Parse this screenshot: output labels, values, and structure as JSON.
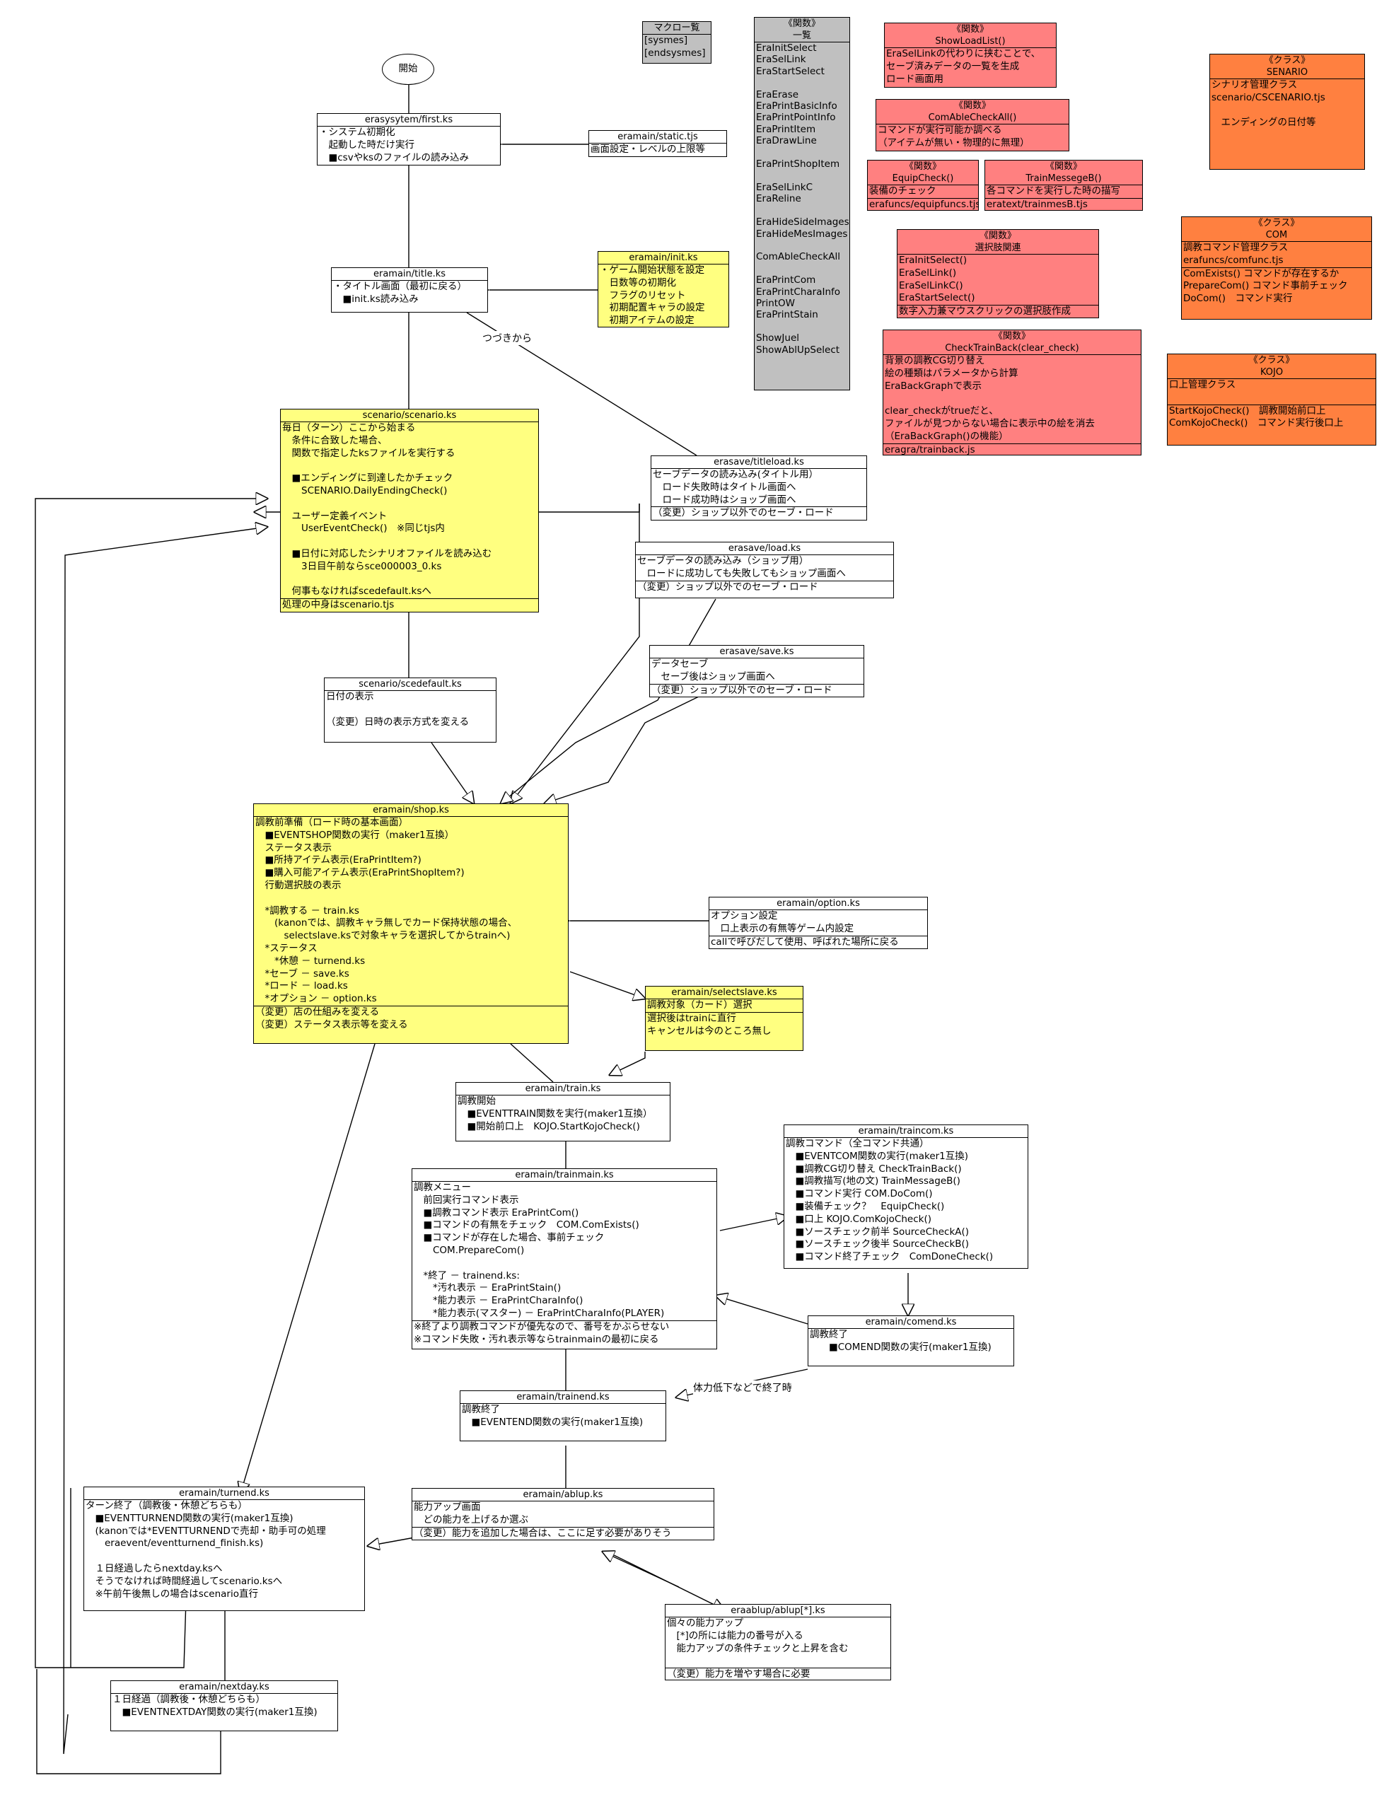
{
  "start": "開始",
  "labels": {
    "continue": "つづきから",
    "low_strength": "体力低下などで終了時"
  },
  "macro": {
    "title": "マクロー覧",
    "items": [
      "[sysmes]",
      "[endsysmes]"
    ]
  },
  "func_list": {
    "title": [
      "《関数》",
      "一覧"
    ],
    "items": [
      "EraInitSelect",
      "EraSelLink",
      "EraStartSelect",
      "",
      "EraErase",
      "EraPrintBasicInfo",
      "EraPrintPointInfo",
      "EraPrintItem",
      "EraDrawLine",
      "",
      "EraPrintShopItem",
      "",
      "EraSelLinkC",
      "EraReline",
      "",
      "EraHideSideImages",
      "EraHideMesImages",
      "",
      "ComAbleCheckAll",
      "",
      "EraPrintCom",
      "EraPrintCharaInfo",
      "PrintOW",
      "EraPrintStain",
      "",
      "ShowJuel",
      "ShowAblUpSelect"
    ]
  },
  "boxes": {
    "first": {
      "title": "erasysytem/first.ks",
      "sections": [
        [
          "・システム初期化",
          "　起動した時だけ実行",
          "　■csvやksのファイルの読み込み"
        ]
      ]
    },
    "static": {
      "title": "eramain/static.tjs",
      "sections": [
        [
          "画面設定・レベルの上限等"
        ]
      ]
    },
    "title": {
      "title": "eramain/title.ks",
      "sections": [
        [
          "・タイトル画面（最初に戻る）",
          "　■init.ks読み込み"
        ]
      ]
    },
    "init": {
      "title": "eramain/init.ks",
      "sections": [
        [
          "・ゲーム開始状態を設定",
          "　日数等の初期化",
          "　フラグのリセット",
          "　初期配置キャラの設定",
          "　初期アイテムの設定"
        ]
      ]
    },
    "scenario": {
      "title": "scenario/scenario.ks",
      "sections": [
        [
          "毎日（ターン）ここから始まる",
          "　条件に合致した場合、",
          "　関数で指定したksファイルを実行する",
          "",
          "　■エンディングに到達したかチェック",
          "　　SCENARIO.DailyEndingCheck()",
          "",
          "　ユーザー定義イベント",
          "　　UserEventCheck()　※同じtjs内",
          "",
          "　■日付に対応したシナリオファイルを読み込む",
          "　　3日目午前ならsce000003_0.ks",
          "",
          "　何事もなければscedefault.ksへ"
        ],
        [
          "処理の中身はscenario.tjs"
        ]
      ]
    },
    "titleload": {
      "title": "erasave/titleload.ks",
      "sections": [
        [
          "セーブデータの読み込み(タイトル用）",
          "　ロード失敗時はタイトル画面へ",
          "　ロード成功時はショップ画面へ"
        ],
        [
          "（変更）ショップ以外でのセーブ・ロード"
        ]
      ]
    },
    "load": {
      "title": "erasave/load.ks",
      "sections": [
        [
          "セーブデータの読み込み（ショップ用）",
          "　ロードに成功しても失敗してもショップ画面へ"
        ],
        [
          "（変更）ショップ以外でのセーブ・ロード"
        ]
      ]
    },
    "save": {
      "title": "erasave/save.ks",
      "sections": [
        [
          "データセーブ",
          "　セーブ後はショップ画面へ"
        ],
        [
          "（変更）ショップ以外でのセーブ・ロード"
        ]
      ]
    },
    "scedefault": {
      "title": "scenario/scedefault.ks",
      "sections": [
        [
          "日付の表示",
          "",
          "（変更）日時の表示方式を変える"
        ]
      ]
    },
    "shop": {
      "title": "eramain/shop.ks",
      "sections": [
        [
          "調教前準備（ロード時の基本画面）",
          "　■EVENTSHOP関数の実行（maker1互換）",
          "　ステータス表示",
          "　■所持アイテム表示(EraPrintItem?)",
          "　■購入可能アイテム表示(EraPrintShopItem?)",
          "　行動選択肢の表示",
          "",
          "　*調教する － train.ks",
          "　　(kanonでは、調教キャラ無しでカード保持状態の場合、",
          "　　　selectslave.ksで対象キャラを選択してからtrainへ)",
          "　*ステータス",
          "　　*休憩 － turnend.ks",
          "　*セーブ － save.ks",
          "　*ロード － load.ks",
          "　*オプション － option.ks"
        ],
        [
          "（変更）店の仕組みを変える",
          "（変更）ステータス表示等を変える"
        ]
      ]
    },
    "option": {
      "title": "eramain/option.ks",
      "sections": [
        [
          "オプション設定",
          "　口上表示の有無等ゲーム内設定"
        ],
        [
          "callで呼びだして使用、呼ばれた場所に戻る"
        ]
      ]
    },
    "selectslave": {
      "title": "eramain/selectslave.ks",
      "sections": [
        [
          "調教対象（カード）選択"
        ],
        [
          "選択後はtrainに直行",
          "キャンセルは今のところ無し"
        ]
      ]
    },
    "train": {
      "title": "eramain/train.ks",
      "sections": [
        [
          "調教開始",
          "　■EVENTTRAIN関数を実行(maker1互換）",
          "　■開始前口上　KOJO.StartKojoCheck()"
        ]
      ]
    },
    "traincom": {
      "title": "eramain/traincom.ks",
      "sections": [
        [
          "調教コマンド（全コマンド共通）",
          "　■EVENTCOM関数の実行(maker1互換)",
          "　■調教CG切り替え CheckTrainBack()",
          "　■調教描写(地の文) TrainMessageB()",
          "　■コマンド実行 COM.DoCom()",
          "　■装備チェック？　EquipCheck()",
          "　■口上 KOJO.ComKojoCheck()",
          "　■ソースチェック前半 SourceCheckA()",
          "　■ソースチェック後半 SourceCheckB()",
          "　■コマンド終了チェック　ComDoneCheck()"
        ]
      ]
    },
    "trainmain": {
      "title": "eramain/trainmain.ks",
      "sections": [
        [
          "調教メニュー",
          "　前回実行コマンド表示",
          "　■調教コマンド表示 EraPrintCom()",
          "　■コマンドの有無をチェック　COM.ComExists()",
          "　■コマンドが存在した場合、事前チェック",
          "　　COM.PrepareCom()",
          "",
          "　*終了 － trainend.ks:",
          "　　*汚れ表示 － EraPrintStain()",
          "　　*能力表示 － EraPrintCharaInfo()",
          "　　*能力表示(マスター) － EraPrintCharaInfo(PLAYER)"
        ],
        [
          "※終了より調教コマンドが優先なので、番号をかぶらせない",
          "※コマンド失敗・汚れ表示等ならtrainmainの最初に戻る"
        ]
      ]
    },
    "comend": {
      "title": "eramain/comend.ks",
      "sections": [
        [
          "調教終了",
          "　　■COMEND関数の実行(maker1互換)"
        ]
      ]
    },
    "trainend": {
      "title": "eramain/trainend.ks",
      "sections": [
        [
          "調教終了",
          "　■EVENTEND関数の実行(maker1互換)"
        ]
      ]
    },
    "turnend": {
      "title": "eramain/turnend.ks",
      "sections": [
        [
          "ターン終了（調教後・休憩どちらも）",
          "　■EVENTTURNEND関数の実行(maker1互換)",
          "　(kanonでは*EVENTTURNENDで売却・助手可の処理",
          "　　eraevent/eventturnend_finish.ks)",
          "",
          "　１日経過したらnextday.ksへ",
          "　そうでなければ時間経過してscenario.ksへ",
          "　※午前午後無しの場合はscenario直行"
        ]
      ]
    },
    "ablup": {
      "title": "eramain/ablup.ks",
      "sections": [
        [
          "能力アップ画面",
          "　どの能力を上げるか選ぶ"
        ],
        [
          "（変更）能力を追加した場合は、ここに足す必要がありそう"
        ]
      ]
    },
    "ablupx": {
      "title": "eraablup/ablup[*].ks",
      "sections": [
        [
          "個々の能力アップ",
          "　[*]の所には能力の番号が入る",
          "　能力アップの条件チェックと上昇を含む",
          ""
        ],
        [
          "（変更）能力を増やす場合に必要"
        ]
      ]
    },
    "nextday": {
      "title": "eramain/nextday.ks",
      "sections": [
        [
          "１日経過（調教後・休憩どちらも）",
          "　■EVENTNEXTDAY関数の実行(maker1互換)"
        ]
      ]
    },
    "showloadlist": {
      "title": "《関数》\nShowLoadList()",
      "sections": [
        [
          "EraSelLinkの代わりに挟むことで、",
          "セーブ済みデータの一覧を生成",
          "ロード画面用"
        ]
      ]
    },
    "comable": {
      "title": "《関数》\nComAbleCheckAll()",
      "sections": [
        [
          "コマンドが実行可能か調べる",
          "（アイテムが無い・物理的に無理）"
        ]
      ]
    },
    "equipcheck": {
      "title": "《関数》\nEquipCheck()",
      "sections": [
        [
          "装備のチェック"
        ],
        [
          "erafuncs/equipfuncs.tjs"
        ]
      ]
    },
    "trainmsg": {
      "title": "《関数》\nTrainMessegeB()",
      "sections": [
        [
          "各コマンドを実行した時の描写"
        ],
        [
          "eratext/trainmesB.tjs"
        ]
      ]
    },
    "selectrel": {
      "title": "《関数》\n選択肢関連",
      "sections": [
        [
          "EraInitSelect()",
          "EraSelLink()",
          "EraSelLinkC()",
          "EraStartSelect()"
        ],
        [
          "数字入力兼マウスクリックの選択肢作成"
        ]
      ]
    },
    "checktrainback": {
      "title": "《関数》\nCheckTrainBack(clear_check)",
      "sections": [
        [
          "背景の調教CG切り替え",
          "絵の種類はパラメータから計算",
          "EraBackGraphで表示",
          "",
          "clear_checkがtrueだと、",
          "ファイルが見つからない場合に表示中の絵を消去",
          "（EraBackGraph()の機能）"
        ],
        [
          "eragra/trainback.js"
        ]
      ]
    },
    "senario": {
      "title": "《クラス》\nSENARIO",
      "sections": [
        [
          "シナリオ管理クラス",
          "scenario/CSCENARIO.tjs",
          "",
          "　エンディングの日付等"
        ]
      ]
    },
    "com": {
      "title": "《クラス》\nCOM",
      "sections": [
        [
          "調教コマンド管理クラス",
          "erafuncs/comfunc.tjs"
        ],
        [
          "ComExists() コマンドが存在するか",
          "PrepareCom() コマンド事前チェック",
          "DoCom()　コマンド実行"
        ]
      ]
    },
    "kojo": {
      "title": "《クラス》\nKOJO",
      "sections": [
        [
          "口上管理クラス",
          ""
        ],
        [
          "StartKojoCheck()　調教開始前口上",
          "ComKojoCheck()　コマンド実行後口上"
        ]
      ]
    }
  }
}
